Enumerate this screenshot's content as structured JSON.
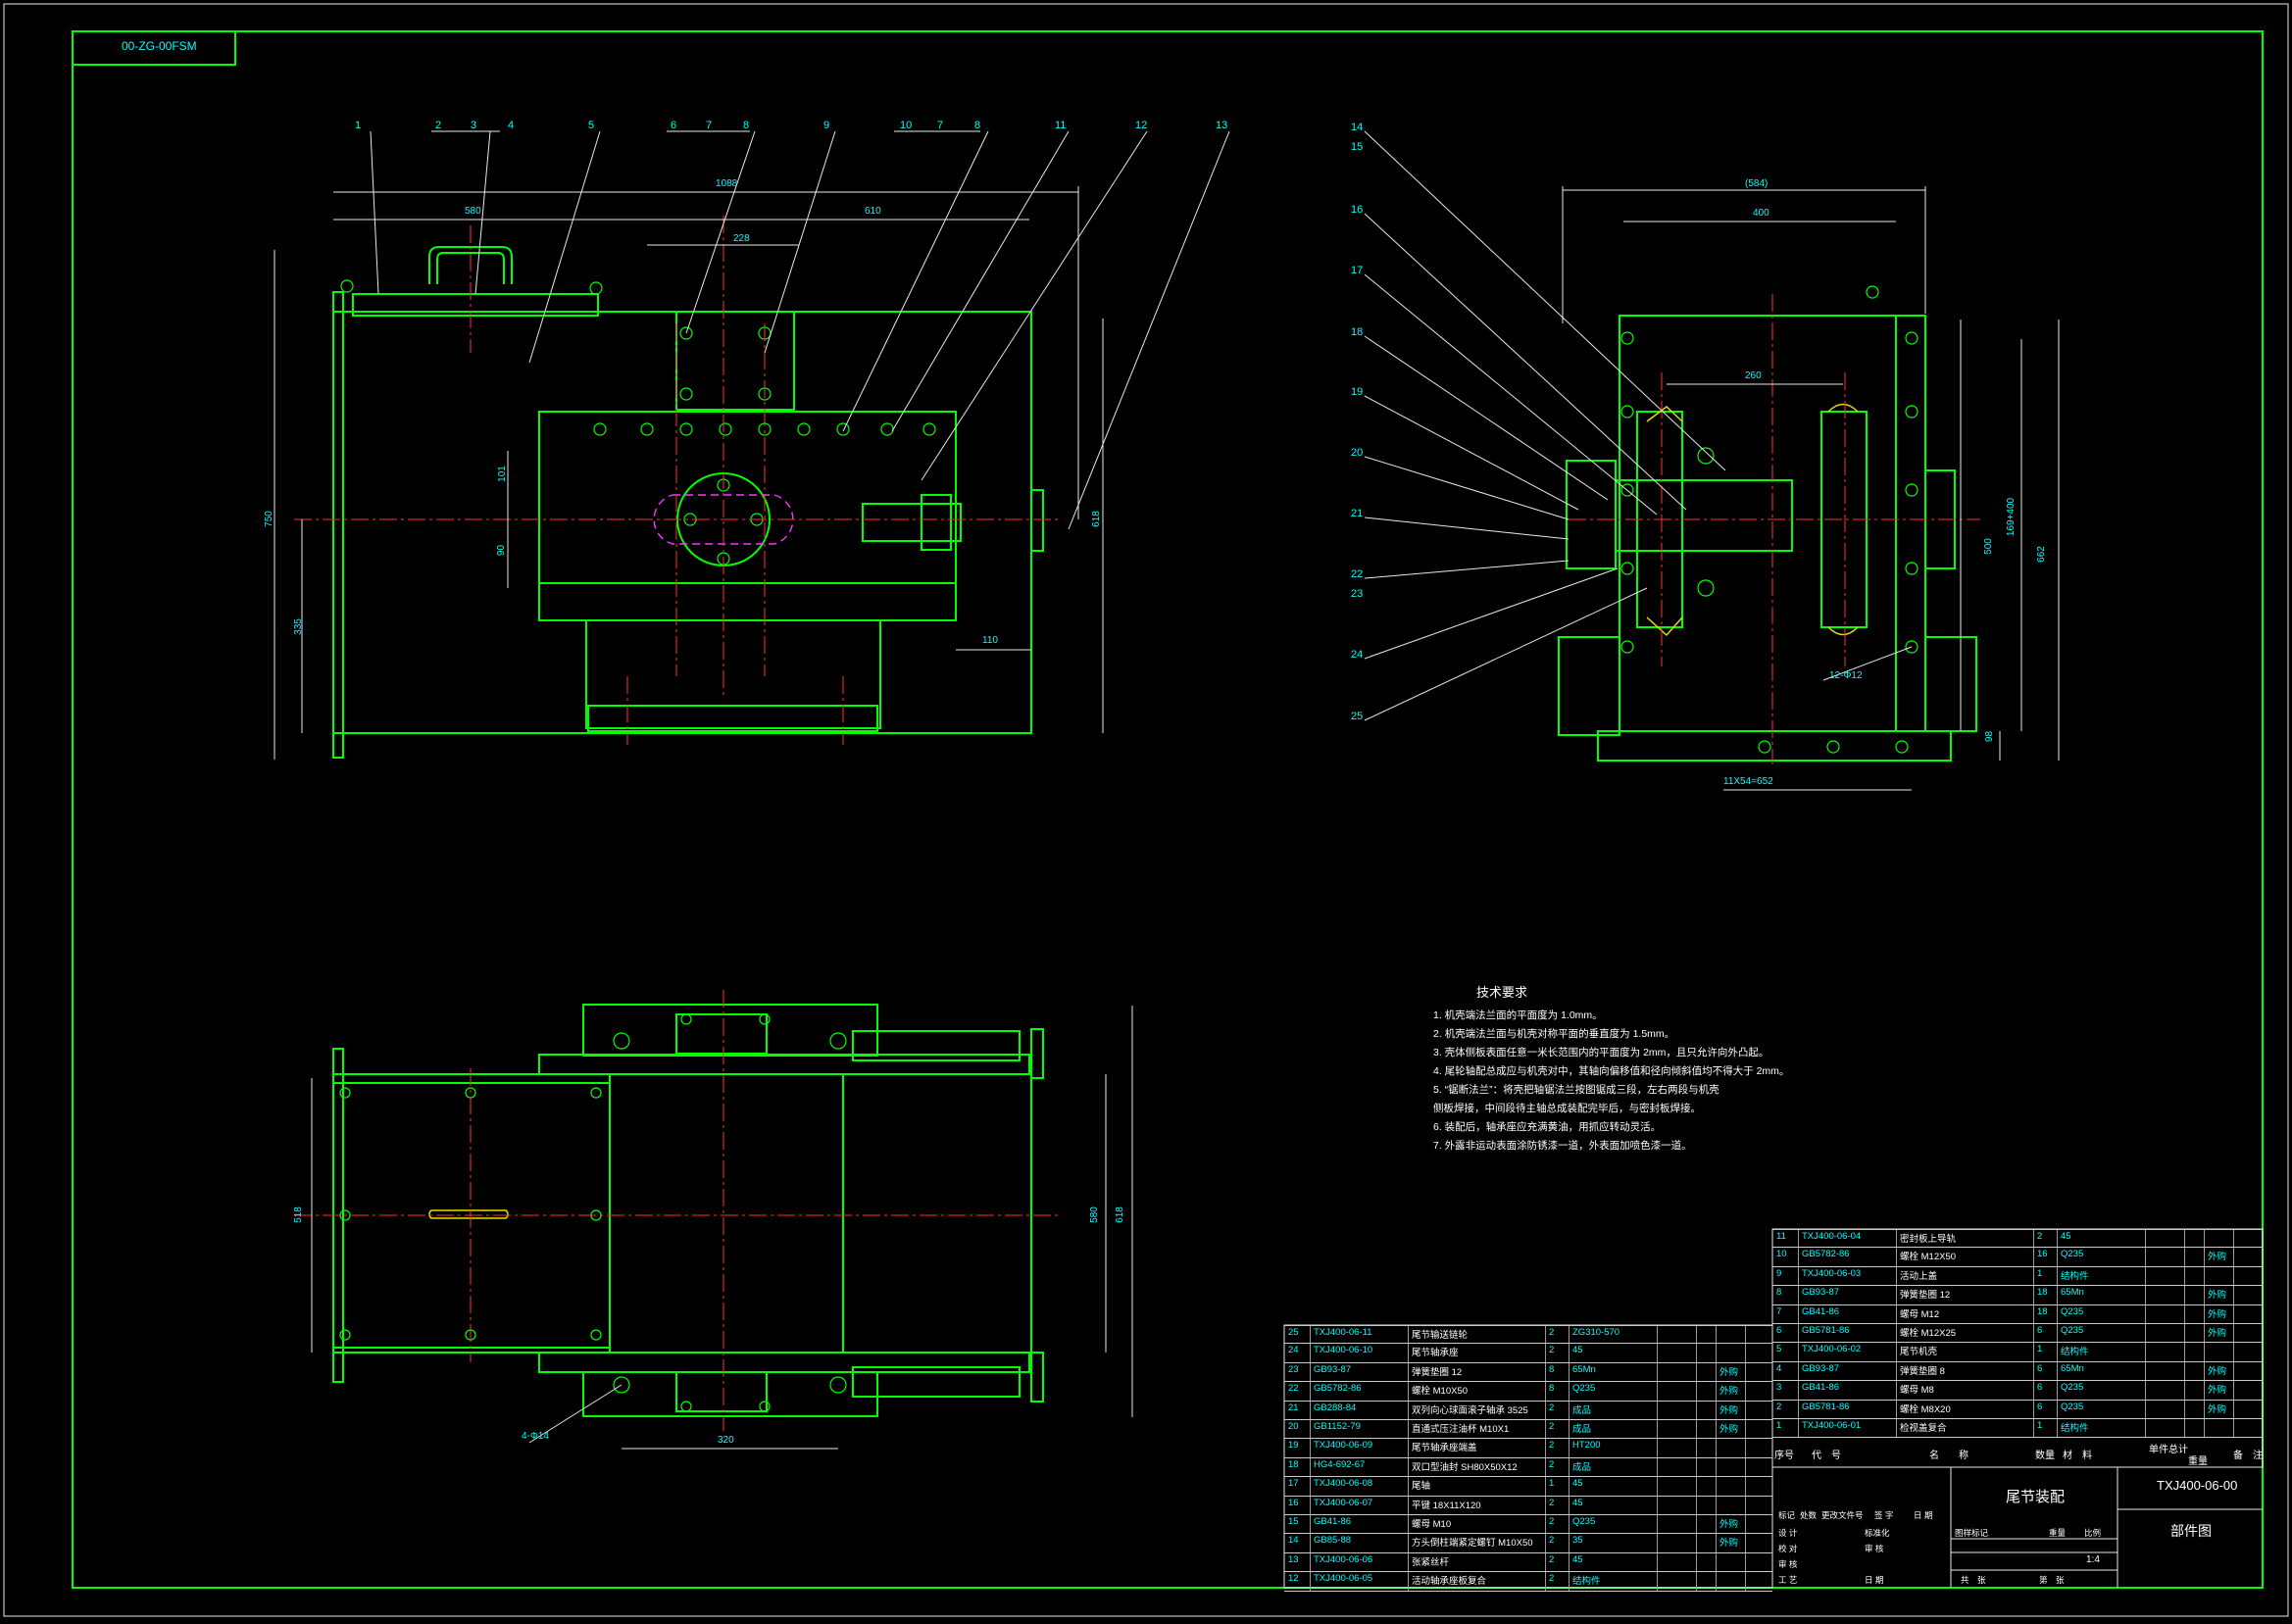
{
  "drawing_code": "00-ZG-00FSM",
  "balloons": [
    "1",
    "2",
    "3",
    "4",
    "5",
    "6",
    "7",
    "8",
    "9",
    "10",
    "7",
    "8",
    "11",
    "12",
    "13"
  ],
  "right_balloons": [
    "14",
    "15",
    "16",
    "17",
    "18",
    "19",
    "20",
    "21",
    "22",
    "23",
    "24",
    "25"
  ],
  "dims_front": [
    "1088",
    "580",
    "610",
    "228",
    "101",
    "90",
    "110",
    "335",
    "750",
    "618"
  ],
  "dims_side": [
    "(584)",
    "400",
    "260",
    "500",
    "169+400",
    "662",
    "98",
    "12-Φ12",
    "11X54=652"
  ],
  "dims_top": [
    "4-Φ14",
    "320",
    "518",
    "580",
    "618"
  ],
  "tech_title": "技术要求",
  "tech_lines": [
    "1. 机壳端法兰面的平面度为 1.0mm。",
    "2. 机壳端法兰面与机壳对称平面的垂直度为 1.5mm。",
    "3. 壳体侧板表面任意一米长范围内的平面度为 2mm，且只允许向外凸起。",
    "4. 尾轮轴配总成应与机壳对中，其轴向偏移值和径向倾斜值均不得大于 2mm。",
    "5. “锯断法兰”：将壳把轴锯法兰按图锯成三段，左右两段与机壳",
    "   侧板焊接，中间段待主轴总成装配完毕后，与密封板焊接。",
    "6. 装配后，轴承座应充满黄油，用抓应转动灵活。",
    "7. 外露非运动表面涂防锈漆一道，外表面加喷色漆一道。"
  ],
  "bom_right": [
    [
      "11",
      "TXJ400-06-04",
      "密封板上导轨",
      "2",
      "45",
      ""
    ],
    [
      "10",
      "GB5782-86",
      "螺栓 M12X50",
      "16",
      "Q235",
      "外购"
    ],
    [
      "9",
      "TXJ400-06-03",
      "活动上盖",
      "1",
      "结构件",
      ""
    ],
    [
      "8",
      "GB93-87",
      "弹簧垫圈 12",
      "18",
      "65Mn",
      "外购"
    ],
    [
      "7",
      "GB41-86",
      "螺母 M12",
      "18",
      "Q235",
      "外购"
    ],
    [
      "6",
      "GB5781-86",
      "螺栓 M12X25",
      "6",
      "Q235",
      "外购"
    ],
    [
      "5",
      "TXJ400-06-02",
      "尾节机壳",
      "1",
      "结构件",
      ""
    ],
    [
      "4",
      "GB93-87",
      "弹簧垫圈 8",
      "6",
      "65Mn",
      "外购"
    ],
    [
      "3",
      "GB41-86",
      "螺母 M8",
      "6",
      "Q235",
      "外购"
    ],
    [
      "2",
      "GB5781-86",
      "螺栓 M8X20",
      "6",
      "Q235",
      "外购"
    ],
    [
      "1",
      "TXJ400-06-01",
      "检视盖复合",
      "1",
      "结构件",
      ""
    ]
  ],
  "bom_left": [
    [
      "25",
      "TXJ400-06-11",
      "尾节输送链轮",
      "2",
      "ZG310-570",
      ""
    ],
    [
      "24",
      "TXJ400-06-10",
      "尾节轴承座",
      "2",
      "45",
      ""
    ],
    [
      "23",
      "GB93-87",
      "弹簧垫圈 12",
      "8",
      "65Mn",
      "外购"
    ],
    [
      "22",
      "GB5782-86",
      "螺栓 M10X50",
      "8",
      "Q235",
      "外购"
    ],
    [
      "21",
      "GB288-84",
      "双列向心球面滚子轴承 3525",
      "2",
      "成品",
      "外购"
    ],
    [
      "20",
      "GB1152-79",
      "直通式压注油杯 M10X1",
      "2",
      "成品",
      "外购"
    ],
    [
      "19",
      "TXJ400-06-09",
      "尾节轴承座端盖",
      "2",
      "HT200",
      ""
    ],
    [
      "18",
      "HG4-692-67",
      "双口型油封 SH80X50X12",
      "2",
      "成品",
      ""
    ],
    [
      "17",
      "TXJ400-06-08",
      "尾轴",
      "1",
      "45",
      ""
    ],
    [
      "16",
      "TXJ400-06-07",
      "平键 18X11X120",
      "2",
      "45",
      ""
    ],
    [
      "15",
      "GB41-86",
      "螺母 M10",
      "2",
      "Q235",
      "外购"
    ],
    [
      "14",
      "GB85-88",
      "方头倒柱端紧定螺钉 M10X50",
      "2",
      "35",
      "外购"
    ],
    [
      "13",
      "TXJ400-06-06",
      "张紧丝杆",
      "2",
      "45",
      ""
    ],
    [
      "12",
      "TXJ400-06-05",
      "活动轴承座板复合",
      "2",
      "结构件",
      ""
    ]
  ],
  "bom_header": [
    "序号",
    "代　号",
    "名　　称",
    "数量",
    "材　料",
    "单件",
    "总计",
    "重量",
    "备　注"
  ],
  "title_block": {
    "part_name": "尾节装配",
    "drawing_no": "TXJ400-06-00",
    "drawing_type": "部件图",
    "scale": "1:4",
    "rows": [
      "标记",
      "处数",
      "更改文件号",
      "签 字",
      "日 期",
      "设 计",
      "标准化",
      "校 对",
      "审 核",
      "审 核",
      "工 艺",
      "日 期",
      "图样标记",
      "重量",
      "比例",
      "共　张",
      "第　张"
    ]
  }
}
